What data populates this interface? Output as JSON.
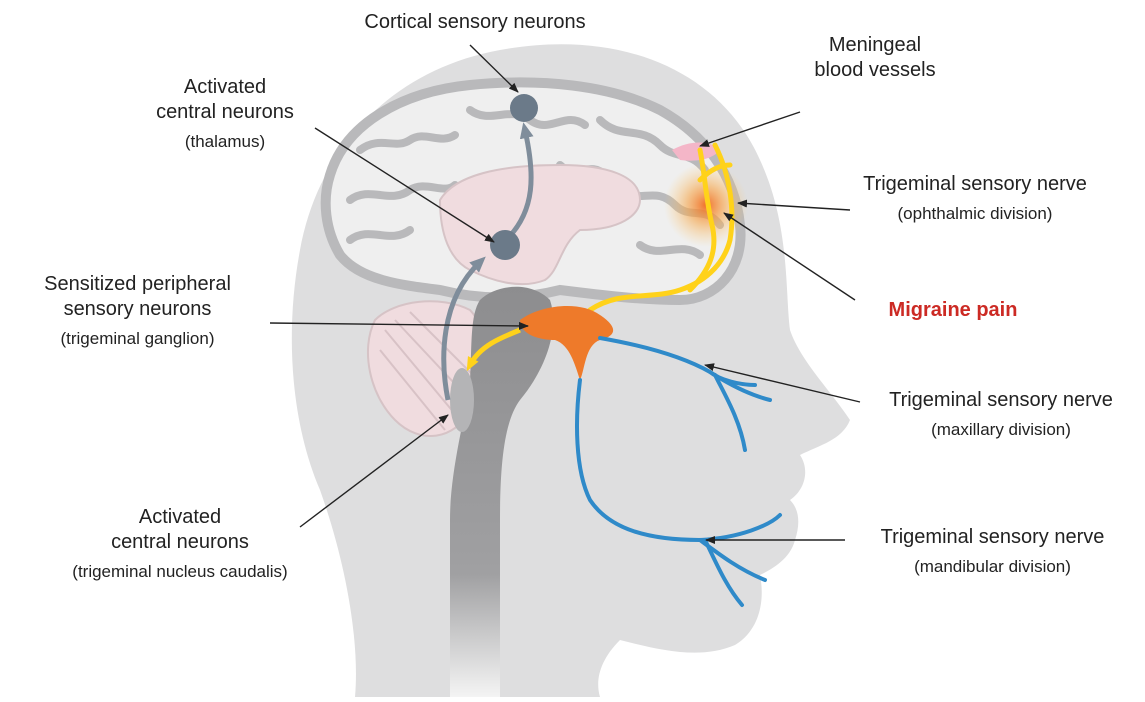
{
  "labels": {
    "cortical": "Cortical sensory neurons",
    "meningeal": "Meningeal\nblood vessels",
    "thalamus_main": "Activated\ncentral neurons",
    "thalamus_sub": "(thalamus)",
    "ophthalmic_main": "Trigeminal sensory nerve",
    "ophthalmic_sub": "(ophthalmic division)",
    "ganglion_main": "Sensitized peripheral\nsensory neurons",
    "ganglion_sub": "(trigeminal ganglion)",
    "pain": "Migraine pain",
    "maxillary_main": "Trigeminal sensory nerve",
    "maxillary_sub": "(maxillary division)",
    "caudalis_main": "Activated\ncentral neurons",
    "caudalis_sub": "(trigeminal nucleus caudalis)",
    "mandibular_main": "Trigeminal sensory nerve",
    "mandibular_sub": "(mandibular division)"
  },
  "colors": {
    "head": "#dededf",
    "brain": "#efefef",
    "brain_folds": "#b9b9bb",
    "thalamus_region": "#f0dcdf",
    "cerebellum": "#f0dcdf",
    "brainstem": "#8d8d8f",
    "neuron": "#6b7a89",
    "pathway_arrow": "#7f8d9b",
    "nerve_yellow": "#ffd21a",
    "nerve_blue": "#2f8ac9",
    "ganglion": "#ee7a2a",
    "vessel": "#f4b6c8",
    "pain_text": "#cc2a24"
  }
}
